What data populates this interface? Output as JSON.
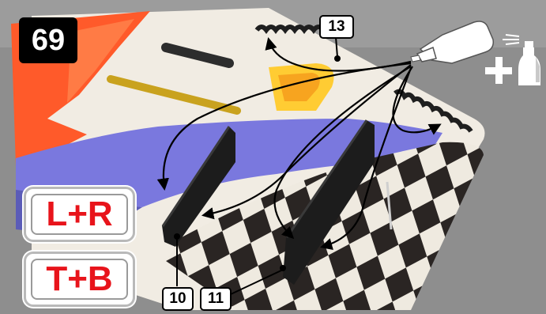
{
  "step": {
    "number": "69"
  },
  "callouts": {
    "top": "13",
    "left_fin": "10",
    "right_fin": "11"
  },
  "labels": {
    "sides": "L+R",
    "ends": "T+B"
  },
  "icons": {
    "glue_bottle": "glue-bottle-icon",
    "activator": "activator-spray-icon",
    "plus": "plus-icon"
  },
  "colors": {
    "label_red": "#e8141b",
    "wing_orange": "#ff5a2a",
    "wing_purple": "#6f6fd8",
    "logo_yellow": "#ffcc33"
  }
}
